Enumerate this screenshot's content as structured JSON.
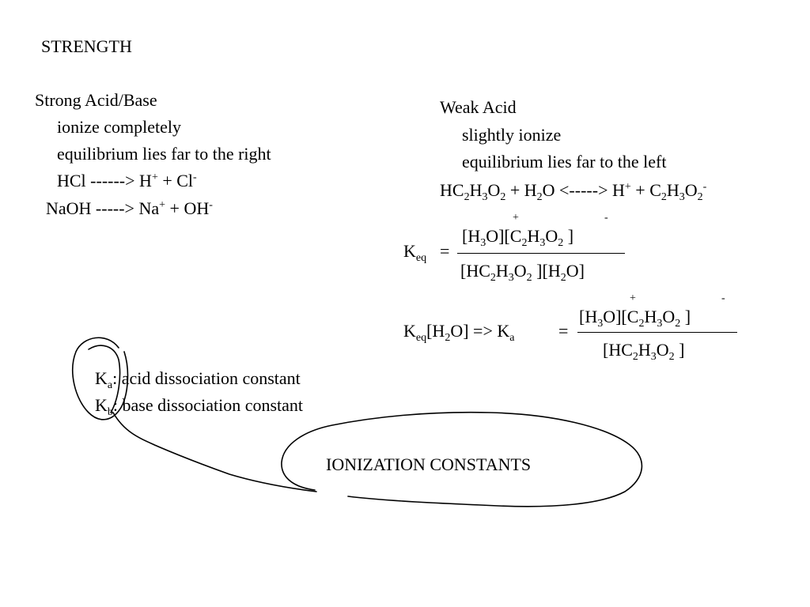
{
  "slide": {
    "title": "STRENGTH",
    "strong": {
      "heading": "Strong Acid/Base",
      "line1": "ionize completely",
      "line2": "equilibrium lies far to the right",
      "hcl": {
        "a": "HCl ------> H",
        "b": "+",
        "c": " + Cl",
        "d": "-"
      },
      "naoh": {
        "a": "NaOH -----> Na",
        "b": "+",
        "c": " + OH",
        "d": "-"
      }
    },
    "weak": {
      "heading": "Weak Acid",
      "line1": "slightly ionize",
      "line2": "equilibrium lies far to the left",
      "reaction": {
        "p1": "HC",
        "s1": "2",
        "p2": "H",
        "s2": "3",
        "p3": "O",
        "s3": "2",
        "p4": " + H",
        "s4": "2",
        "p5": "O <-----> H",
        "sup1": "+",
        "p6": " + C",
        "s5": "2",
        "p7": "H",
        "s6": "3",
        "p8": "O",
        "s7": "2",
        "sup2": "-"
      }
    },
    "keq": {
      "lhs": "K",
      "lhs_sub": "eq",
      "equals": "=",
      "num": {
        "a": "[H",
        "s1": "3",
        "b": "O",
        "c": "][C",
        "s2": "2",
        "d": "H",
        "s3": "3",
        "e": "O",
        "s4": "2",
        "f": " ]",
        "sup_plus": "+",
        "sup_minus": "-"
      },
      "den": {
        "a": "[HC",
        "s1": "2",
        "b": "H",
        "s2": "3",
        "c": "O",
        "s3": "2",
        "d": " ][H",
        "s4": "2",
        "e": "O]"
      }
    },
    "ka": {
      "lhs": "K",
      "lhs_sub": "eq",
      "mid": "[H",
      "mid_sub": "2",
      "mid2": "O] => K",
      "ka_sub": "a",
      "equals": "=",
      "num": {
        "a": "[H",
        "s1": "3",
        "b": "O",
        "c": "][C",
        "s2": "2",
        "d": "H",
        "s3": "3",
        "e": "O",
        "s4": "2",
        "f": " ]",
        "sup_plus": "+",
        "sup_minus": "-"
      },
      "den": {
        "a": "[HC",
        "s1": "2",
        "b": "H",
        "s2": "3",
        "c": "O",
        "s3": "2",
        "d": " ]"
      }
    },
    "constants": {
      "ka": {
        "k": "K",
        "sub": "a",
        "text": ": acid dissociation constant"
      },
      "kb": {
        "k": "K",
        "sub": "b",
        "text": ": base dissociation constant"
      }
    },
    "bubble_label": "IONIZATION CONSTANTS",
    "ink_color": "#000000"
  }
}
